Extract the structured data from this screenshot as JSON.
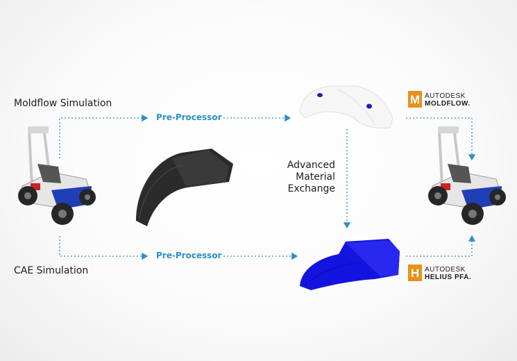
{
  "labels": {
    "top_path": "Moldflow Simulation",
    "bottom_path": "CAE Simulation",
    "pre_processor_top": "Pre-Processor",
    "pre_processor_bottom": "Pre-Processor",
    "ame_line1": "Advanced",
    "ame_line2": "Material",
    "ame_line3": "Exchange"
  },
  "logos": {
    "moldflow": {
      "letter": "M",
      "line1": "AUTODESK",
      "line2": "MOLDFLOW",
      "mark": "."
    },
    "helius": {
      "letter": "H",
      "line1": "AUTODESK",
      "line2": "HELIUS PFA",
      "mark": "."
    }
  },
  "colors": {
    "arrow": "#2e8fc6",
    "logo_orange": "#e8901c",
    "part_blue": "#1414e0",
    "part_dark": "#2a2a2a"
  }
}
